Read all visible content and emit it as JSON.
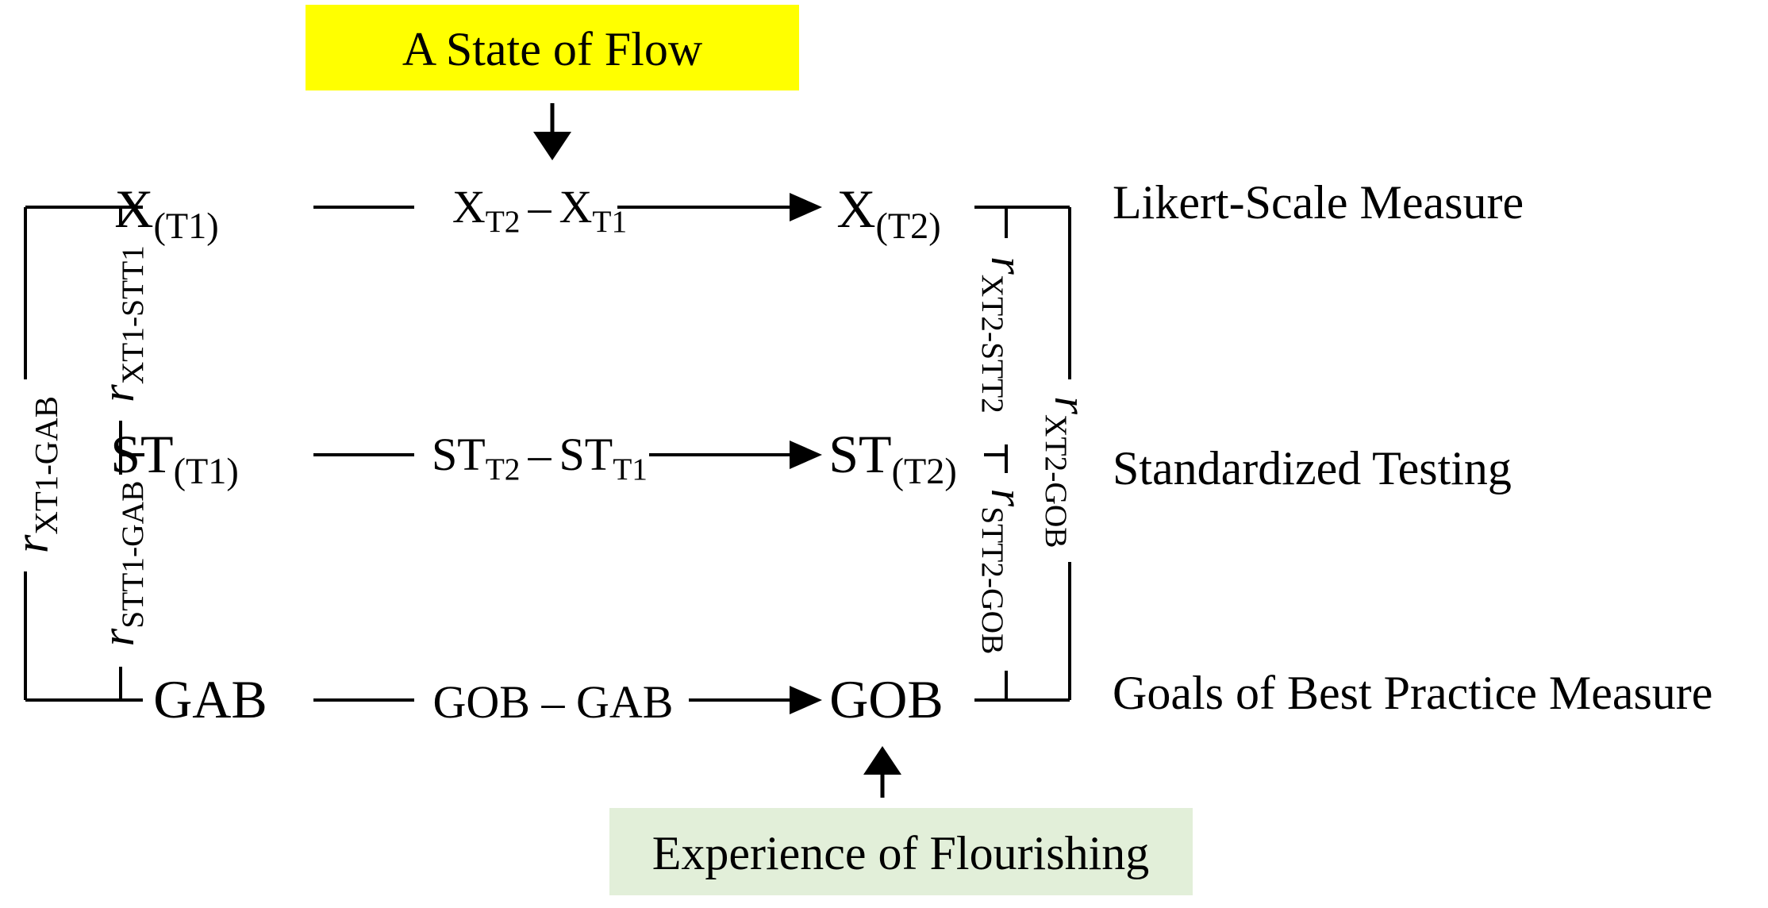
{
  "flow_box": {
    "label": "A State of Flow",
    "color": "#ffff00"
  },
  "flourish_box": {
    "label": "Experience of Flourishing",
    "color": "#e2efd9"
  },
  "rows": {
    "likert": {
      "t1_base": "X",
      "t1_sub": "(T1)",
      "diff_a_base": "X",
      "diff_a_sub": "T2",
      "dash": "–",
      "diff_b_base": "X",
      "diff_b_sub": "T1",
      "t2_base": "X",
      "t2_sub": "(T2)",
      "label": "Likert-Scale Measure"
    },
    "standardized": {
      "t1_base": "ST",
      "t1_sub": "(T1)",
      "diff_a_base": "ST",
      "diff_a_sub": "T2",
      "dash": "–",
      "diff_b_base": "ST",
      "diff_b_sub": "T1",
      "t2_base": "ST",
      "t2_sub": "(T2)",
      "label": "Standardized Testing"
    },
    "goals": {
      "t1": "GAB",
      "diff": "GOB – GAB",
      "t2": "GOB",
      "label": "Goals of Best Practice Measure"
    }
  },
  "correlations": {
    "r": "r",
    "xt1_gab": "XT1-GAB",
    "xt1_stt1": "XT1-STT1",
    "stt1_gab": "STT1-GAB",
    "xt2_stt2": "XT2-STT2",
    "stt2_gob": "STT2-GOB",
    "xt2_gob": "XT2-GOB"
  }
}
